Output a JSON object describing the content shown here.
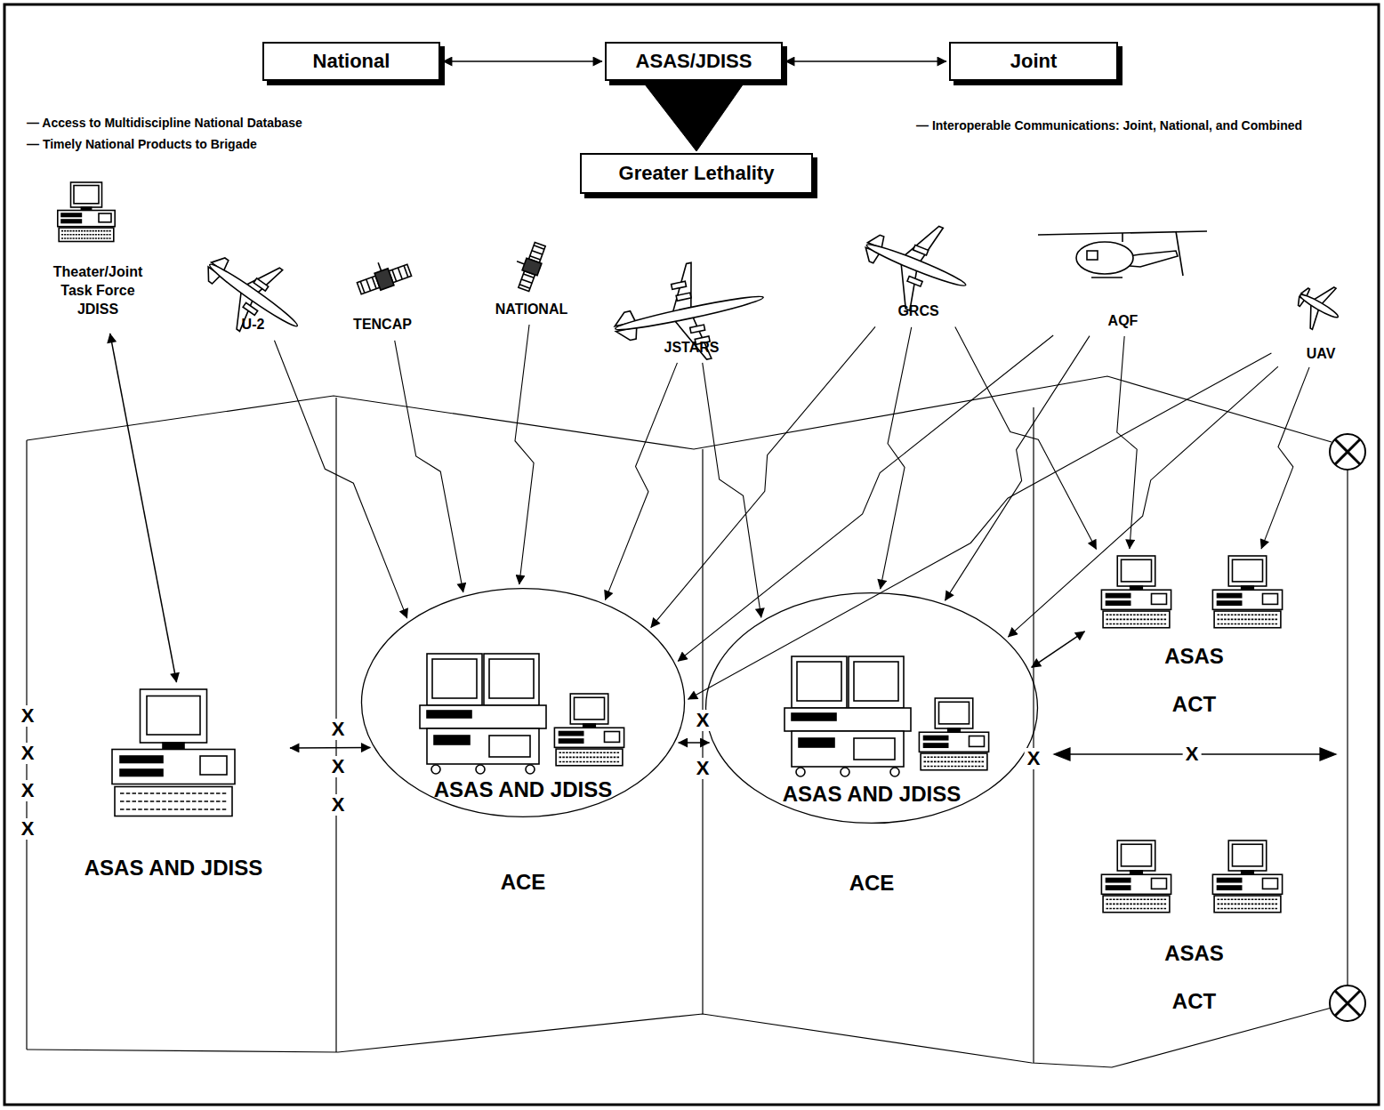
{
  "diagram": {
    "nodes": [
      {
        "text": [
          "National"
        ]
      },
      {
        "text": [
          "ASAS/JDISS"
        ]
      },
      {
        "text": [
          "Joint"
        ]
      },
      {
        "text": [
          "Greater Lethality"
        ]
      },
      {
        "text": [
          "Theater/Joint Task Force JDISS"
        ]
      },
      {
        "text": [
          "U-2"
        ]
      },
      {
        "text": [
          "TENCAP"
        ]
      },
      {
        "text": [
          "NATIONAL"
        ]
      },
      {
        "text": [
          "JSTARS"
        ]
      },
      {
        "text": [
          "GRCS"
        ]
      },
      {
        "text": [
          "AQF"
        ]
      },
      {
        "text": [
          "UAV"
        ]
      },
      {
        "text": [
          "ASAS AND JDISS"
        ]
      },
      {
        "text": [
          "ASAS AND JDISS",
          "ACE"
        ]
      },
      {
        "text": [
          "ASAS AND JDISS",
          "ACE"
        ]
      },
      {
        "text": [
          "ASAS",
          "ACT"
        ]
      },
      {
        "text": [
          "ASAS",
          "ACT"
        ]
      }
    ],
    "edges": [
      {
        "from": 0,
        "to": 1,
        "arrow": "both"
      },
      {
        "from": 1,
        "to": 2,
        "arrow": "both"
      },
      {
        "from": 1,
        "to": 3,
        "arrow": "to"
      },
      {
        "from": 4,
        "to": 12,
        "arrow": "both"
      },
      {
        "from": 12,
        "to": 13,
        "arrow": "both"
      },
      {
        "from": 13,
        "to": 14,
        "arrow": "both"
      },
      {
        "from": 14,
        "to": 15,
        "arrow": "both"
      },
      {
        "from": 5,
        "to": 13,
        "arrow": "to"
      },
      {
        "from": 6,
        "to": 13,
        "arrow": "to"
      },
      {
        "from": 7,
        "to": 13,
        "arrow": "to"
      },
      {
        "from": 8,
        "to": 13,
        "arrow": "to"
      },
      {
        "from": 8,
        "to": 14,
        "arrow": "to"
      },
      {
        "from": 9,
        "to": 13,
        "arrow": "to"
      },
      {
        "from": 9,
        "to": 14,
        "arrow": "to"
      },
      {
        "from": 9,
        "to": 15,
        "arrow": "to"
      },
      {
        "from": 10,
        "to": 13,
        "arrow": "to"
      },
      {
        "from": 10,
        "to": 14,
        "arrow": "to"
      },
      {
        "from": 10,
        "to": 15,
        "arrow": "to"
      },
      {
        "from": 11,
        "to": 13,
        "arrow": "to"
      },
      {
        "from": 11,
        "to": 14,
        "arrow": "to"
      },
      {
        "from": 11,
        "to": 15,
        "arrow": "to"
      }
    ],
    "labels": [
      "— Access to Multidiscipline National Database",
      "— Timely National Products to Brigade",
      "— Interoperable Communications: Joint, National, and Combined",
      "X",
      "X",
      "X",
      "X",
      "X",
      "X",
      "X",
      "X",
      "X",
      "X",
      "X"
    ]
  }
}
